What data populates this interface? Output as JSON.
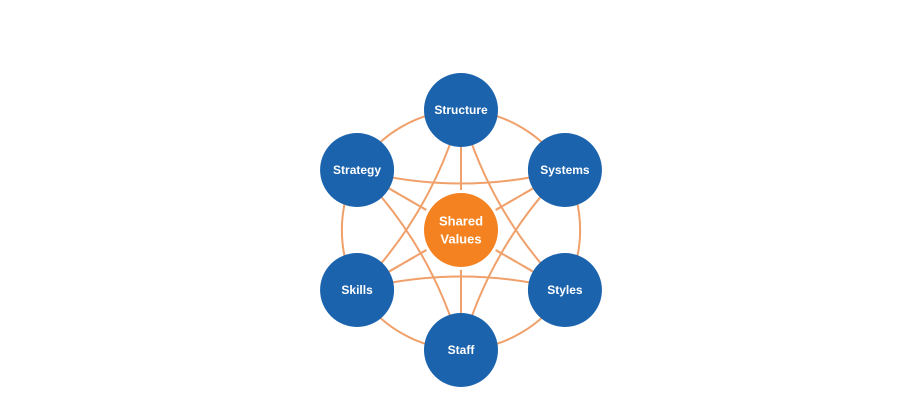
{
  "colors": {
    "node_fill": "#1b63ad",
    "center_fill": "#f58220",
    "connector": "#f0a06a",
    "label": "#ffffff"
  },
  "center": {
    "lines": [
      "Shared",
      "Values"
    ]
  },
  "nodes": [
    {
      "id": "structure",
      "label": "Structure"
    },
    {
      "id": "systems",
      "label": "Systems"
    },
    {
      "id": "styles",
      "label": "Styles"
    },
    {
      "id": "staff",
      "label": "Staff"
    },
    {
      "id": "skills",
      "label": "Skills"
    },
    {
      "id": "strategy",
      "label": "Strategy"
    }
  ]
}
